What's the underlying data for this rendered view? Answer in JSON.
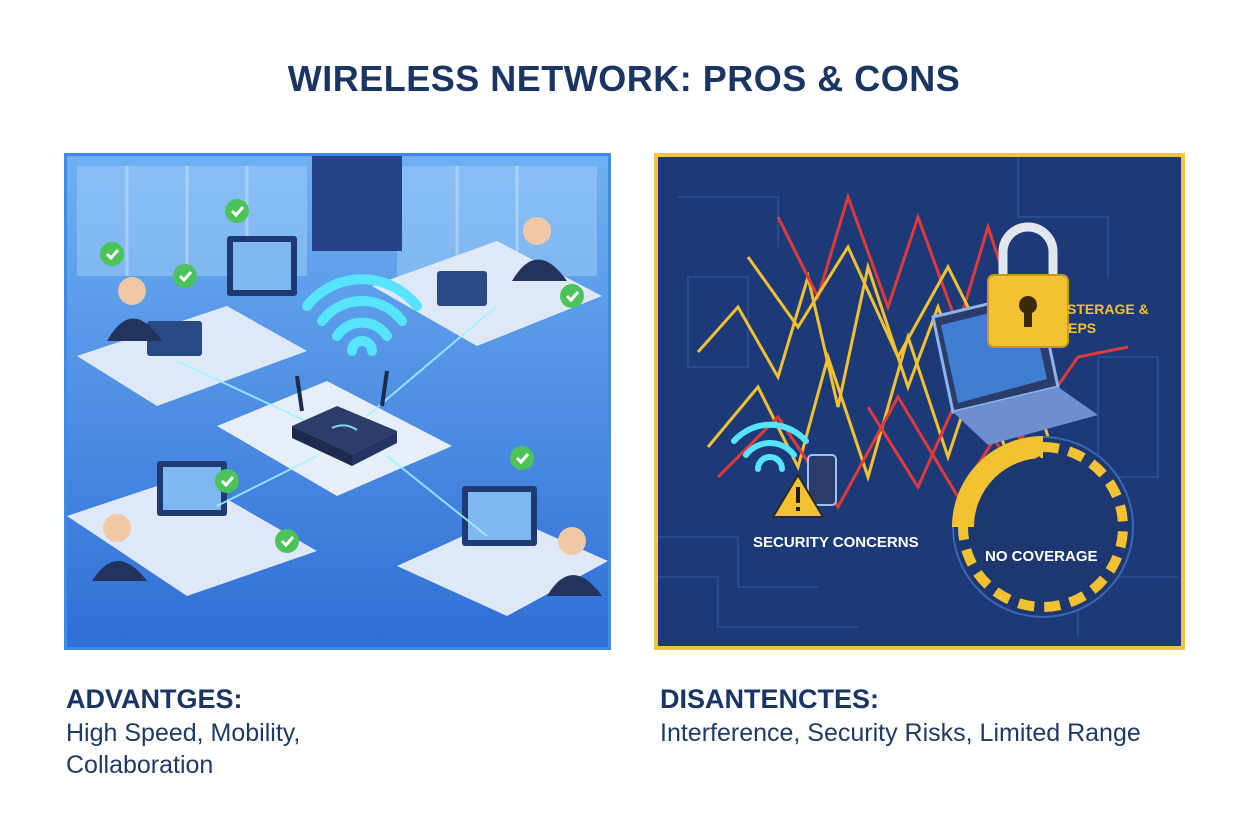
{
  "title": "WIRELESS NETWORK: PROS & CONS",
  "advantages": {
    "heading": "ADVANTGES:",
    "line1": "High Speed, Mobility,",
    "line2": "Collaboration"
  },
  "disadvantages": {
    "heading": "DISANTENCTES:",
    "text": "Interference, Security Risks, Limited Range"
  },
  "right_panel": {
    "lock_label_line1": "IASTERAGE &",
    "lock_label_line2": "DEPS",
    "security_label": "SECURITY CONCERNS",
    "coverage_label": "NO COVERAGE"
  },
  "colors": {
    "title": "#1b3563",
    "left_border": "#3d8be6",
    "right_border": "#f0c63a",
    "accent_yellow": "#f3c232",
    "accent_red": "#e23a3a",
    "check_green": "#4cc25a"
  }
}
